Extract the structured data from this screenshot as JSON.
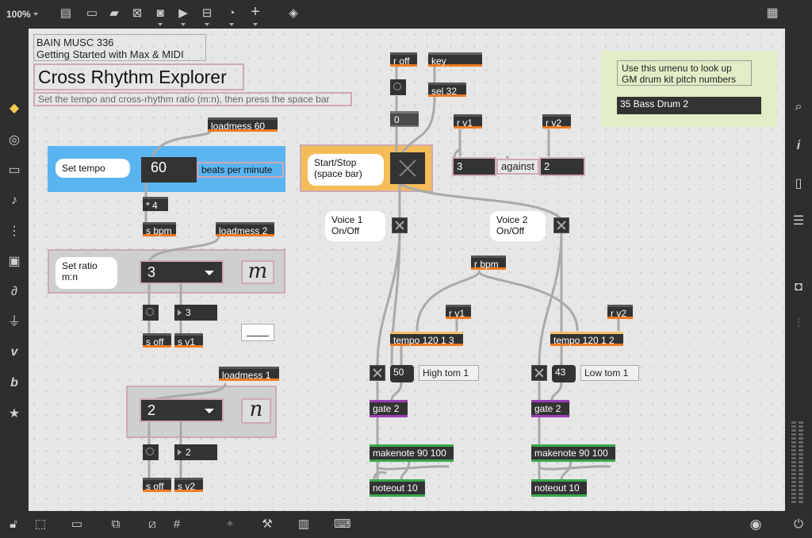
{
  "toolbar": {
    "zoom_label": "100%",
    "icons": [
      "presentation-icon",
      "message-box-icon",
      "comment-icon",
      "toggle-icon",
      "button-icon",
      "play-icon",
      "slider-icon",
      "dial-icon",
      "add-icon",
      "paint-icon"
    ],
    "grid_icon": "grid-view-icon"
  },
  "patch": {
    "header_line1": "BAIN MUSC 336",
    "header_line2": "Getting Started with Max & MIDI",
    "title": "Cross Rhythm Explorer",
    "subtitle": "Set the tempo and cross-rhythm ratio (m:n), then press the space bar",
    "info_comment": "Use this umenu to look up\nGM drum kit pitch numbers",
    "drum_menu_value": "35 Bass Drum 2",
    "loadmess_tempo": "loadmess 60",
    "set_tempo_label": "Set tempo",
    "tempo_value": "60",
    "bpm_label": "beats per minute",
    "mult4": "* 4",
    "s_bpm": "s bpm",
    "loadmess_ratio_m": "loadmess 2",
    "set_ratio_label": "Set ratio\nm:n",
    "m_value": "3",
    "m_label": "m",
    "m_num": "3",
    "s_off_1": "s off",
    "s_v1": "s v1",
    "loadmess_ratio_n": "loadmess 1",
    "n_value": "2",
    "n_label": "n",
    "n_num": "2",
    "s_off_2": "s off",
    "s_v2": "s v2",
    "r_off": "r off",
    "key": "key",
    "sel_32": "sel 32",
    "zero_msg": "0",
    "start_stop_label": "Start/Stop\n(space bar)",
    "r_v1_top": "r v1",
    "r_v2_top": "r v2",
    "ratio_m_num": "3",
    "against": "against",
    "ratio_n_num": "2",
    "voice1_label": "Voice  1\nOn/Off",
    "voice2_label": "Voice 2\nOn/Off",
    "r_bpm": "r bpm",
    "r_v1": "r v1",
    "r_v2": "r v2",
    "tempo_v1": "tempo 120 1 3",
    "tempo_v2": "tempo 120 1 2",
    "pitch_v1": "50",
    "pitch_v1_label": "High tom 1",
    "pitch_v2": "43",
    "pitch_v2_label": "Low tom 1",
    "gate_v1": "gate 2",
    "gate_v2": "gate 2",
    "makenote_v1": "makenote 90 100",
    "makenote_v2": "makenote 90 100",
    "noteout_v1": "noteout 10",
    "noteout_v2": "noteout 10"
  },
  "colors": {
    "tempo_panel": "#5ab4f0",
    "start_panel": "#f5bd58",
    "info_panel": "#e2ecc6",
    "outlet": "#f07b23",
    "gate_border": "#9b3fb0",
    "midi_border": "#3aa84a"
  }
}
